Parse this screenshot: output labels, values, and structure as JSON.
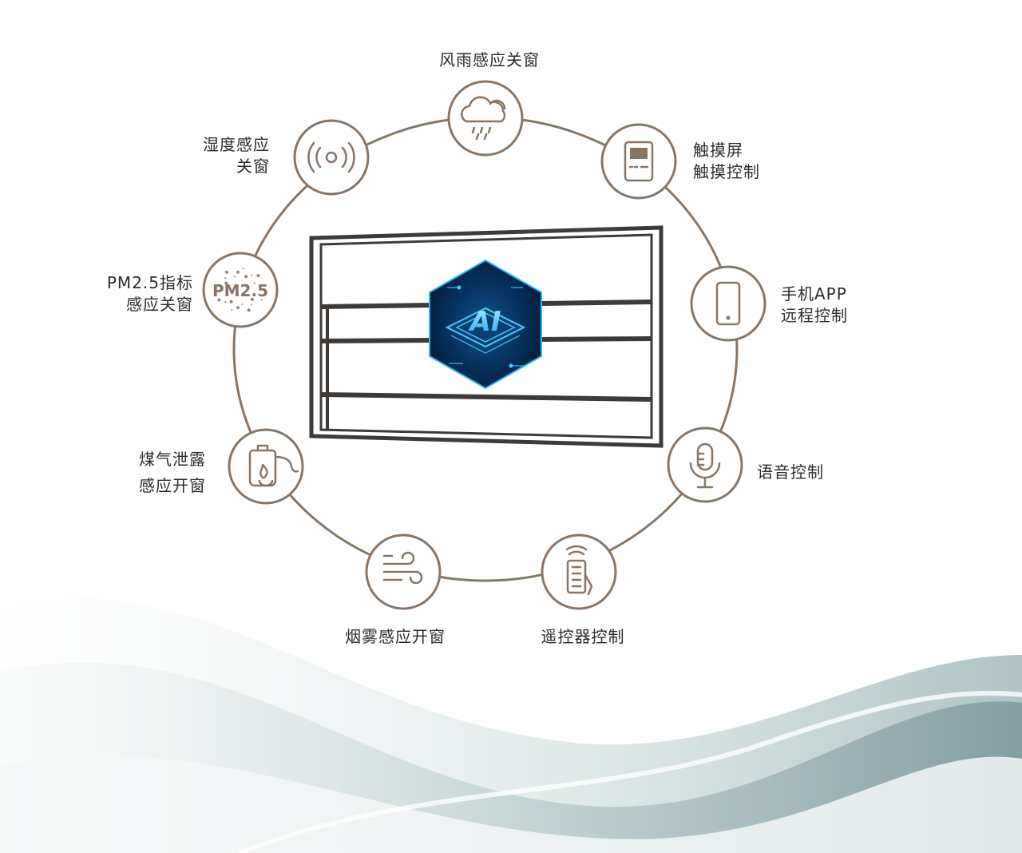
{
  "colors": {
    "ring": "#8a7564",
    "accent": "#8a7564",
    "window_frame": "#3e3a37",
    "chip_glow": "#1ea7ff"
  },
  "center_badge": {
    "text": "AI",
    "icon": "ai-chip-icon"
  },
  "features": [
    {
      "id": "wind-rain",
      "icon": "cloud-rain-icon",
      "lines": [
        "风雨感应关窗"
      ]
    },
    {
      "id": "touchscreen",
      "icon": "touch-panel-icon",
      "lines": [
        "触摸屏",
        "触摸控制"
      ]
    },
    {
      "id": "mobile-app",
      "icon": "smartphone-icon",
      "lines": [
        "手机APP",
        "远程控制"
      ]
    },
    {
      "id": "voice",
      "icon": "microphone-icon",
      "lines": [
        "语音控制"
      ]
    },
    {
      "id": "remote",
      "icon": "remote-control-icon",
      "lines": [
        "遥控器控制"
      ]
    },
    {
      "id": "smoke",
      "icon": "wind-smoke-icon",
      "lines": [
        "烟雾感应开窗"
      ]
    },
    {
      "id": "gas",
      "icon": "gas-cylinder-icon",
      "lines": [
        "煤气泄露",
        "感应开窗"
      ]
    },
    {
      "id": "pm25",
      "icon": "pm25-icon",
      "lines": [
        "PM2.5指标",
        "感应关窗"
      ],
      "icon_text": "PM2.5"
    },
    {
      "id": "humidity",
      "icon": "humidity-sensor-icon",
      "lines": [
        "湿度感应",
        "关窗"
      ]
    }
  ]
}
